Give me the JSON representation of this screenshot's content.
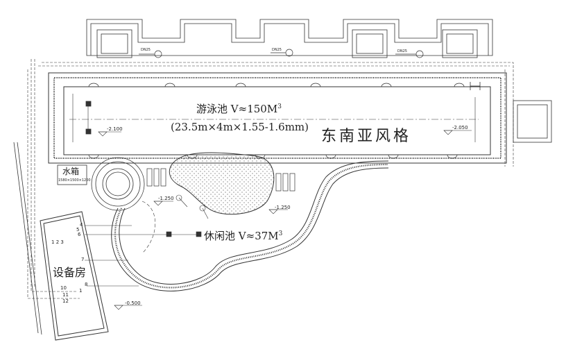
{
  "pool": {
    "name": "游泳池",
    "volume": "V≈150M",
    "volume_exp": "3",
    "dimensions": "(23.5m×4m×1.55-1.6mm)",
    "style": "东南亚风格"
  },
  "leisure_pool": {
    "name": "休闲池",
    "volume": "V≈37M",
    "volume_exp": "3"
  },
  "water_tank": {
    "name": "水箱",
    "size": "1580×1500×1200"
  },
  "equipment_room": {
    "name": "设备房"
  },
  "pipe_labels": [
    "DN25",
    "DN25",
    "DN25"
  ],
  "levels": [
    "-2.100",
    "-2.050",
    "-1.250",
    "-1.250",
    "-0.500"
  ],
  "pipe_numbers": [
    "1",
    "2",
    "3",
    "4",
    "5",
    "6",
    "7",
    "8",
    "10",
    "11",
    "12",
    "1"
  ]
}
